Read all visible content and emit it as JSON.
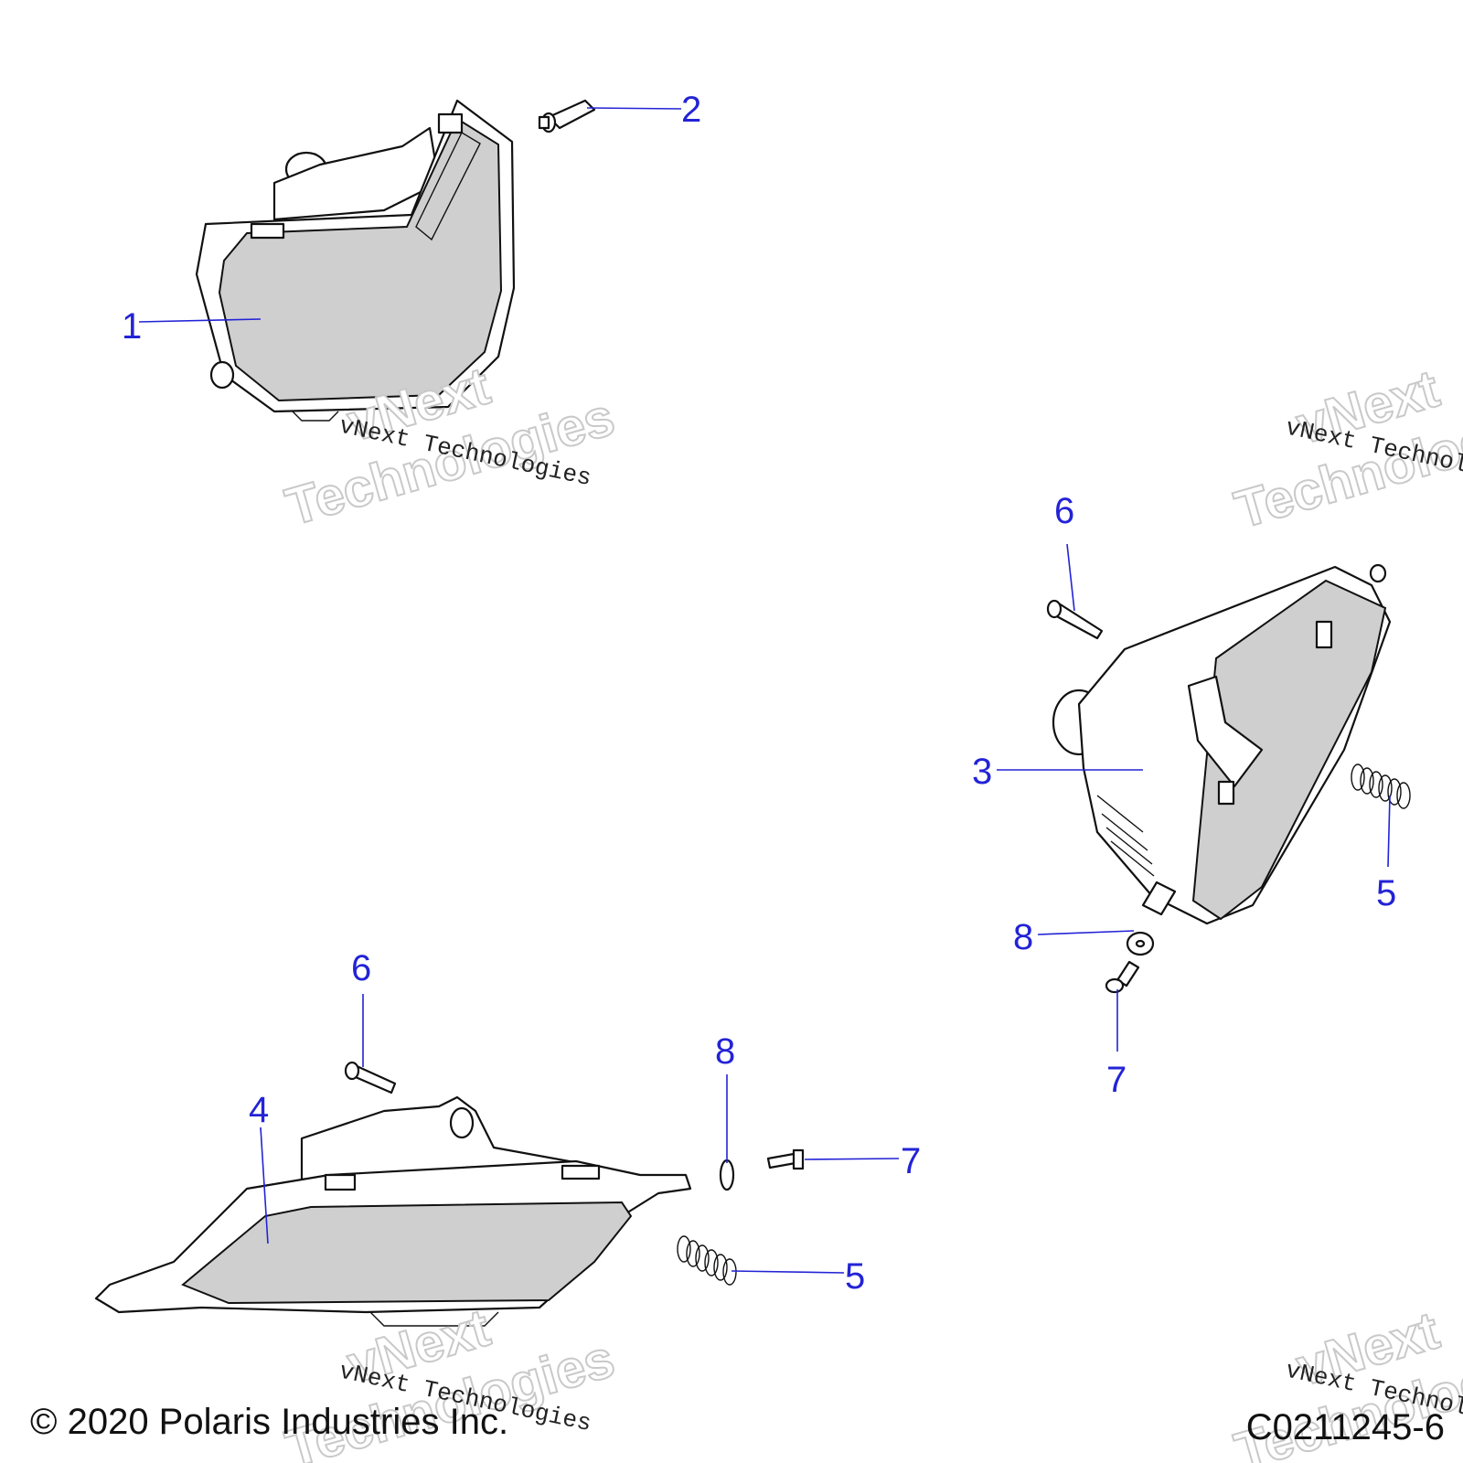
{
  "callouts": {
    "c1": "1",
    "c2": "2",
    "c3": "3",
    "c4": "4",
    "c5a": "5",
    "c5b": "5",
    "c6a": "6",
    "c6b": "6",
    "c7a": "7",
    "c7b": "7",
    "c8a": "8",
    "c8b": "8"
  },
  "watermark": {
    "small": "vNext Technologies",
    "big_line1": "vNext",
    "big_line2": "Technologies"
  },
  "footer": {
    "copyright": "© 2020 Polaris Industries Inc.",
    "figure_id": "C0211245-6"
  },
  "colors": {
    "callout": "#2323d6",
    "line": "#111111",
    "lens": "#cfcfcf"
  }
}
